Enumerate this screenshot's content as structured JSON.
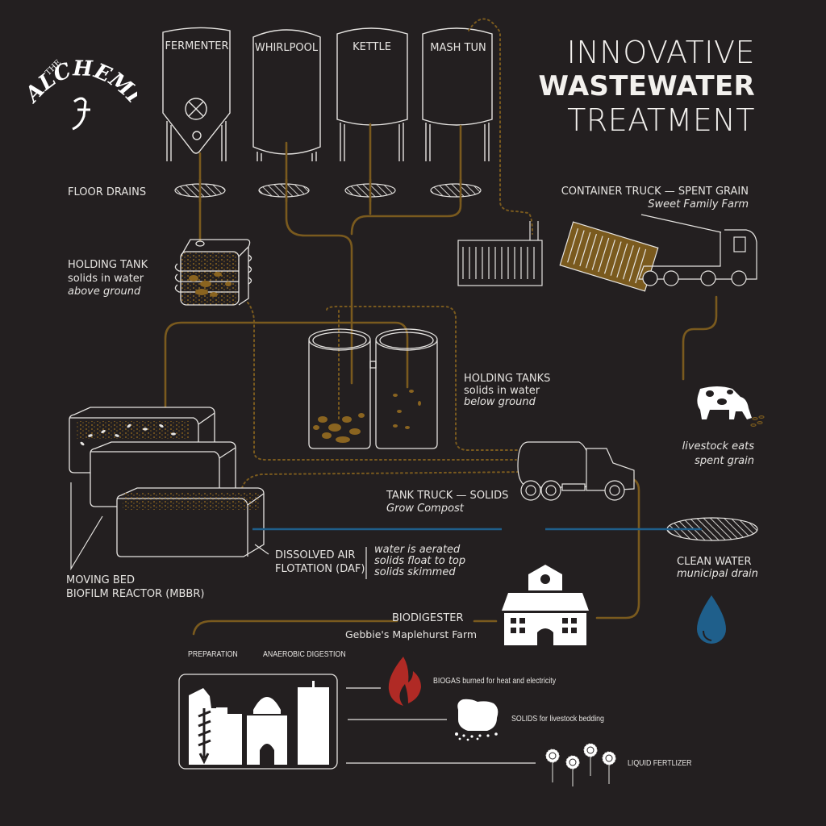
{
  "title": {
    "line1": "INNOVATIVE",
    "line2": "WASTEWATER",
    "line3": "TREATMENT"
  },
  "logo": {
    "text": "THE ALCHEMIST",
    "icon": "alchemist-logo"
  },
  "colors": {
    "background": "#231f20",
    "line_white": "#e6e4e1",
    "pipe_brown": "#7a5a1e",
    "solids_brown": "#8a6420",
    "water_blue": "#1f5f8b",
    "flame_red": "#b02a25"
  },
  "vessels": [
    {
      "label": "FERMENTER"
    },
    {
      "label": "WHIRLPOOL"
    },
    {
      "label": "KETTLE"
    },
    {
      "label": "MASH TUN"
    }
  ],
  "floor_drains": {
    "label": "FLOOR DRAINS"
  },
  "holding_tank_above": {
    "title": "HOLDING TANK",
    "line2": "solids in water",
    "line3": "above ground"
  },
  "holding_tanks_below": {
    "title": "HOLDING TANKS",
    "line2": "solids in water",
    "line3": "below ground"
  },
  "container_truck": {
    "title": "CONTAINER TRUCK — SPENT GRAIN",
    "subtitle": "Sweet Family Farm"
  },
  "livestock": {
    "line1": "livestock eats",
    "line2": "spent grain",
    "icon": "cow-icon"
  },
  "tank_truck": {
    "title": "TANK TRUCK — SOLIDS",
    "subtitle": "Grow Compost"
  },
  "mbbr": {
    "line1": "MOVING BED",
    "line2": "BIOFILM REACTOR (MBBR)"
  },
  "daf": {
    "line1": "DISSOLVED AIR",
    "line2": "FLOTATION (DAF)",
    "notes": [
      "water is aerated",
      "solids float to top",
      "solids skimmed"
    ]
  },
  "clean_water": {
    "title": "CLEAN WATER",
    "subtitle": "municipal drain"
  },
  "biodigester": {
    "title": "BIODIGESTER",
    "subtitle": "Gebbie's Maplehurst Farm",
    "stage1": "PREPARATION",
    "stage2": "ANAEROBIC DIGESTION"
  },
  "outputs": [
    {
      "label": "BIOGAS burned for heat and electricity",
      "icon": "flame-icon"
    },
    {
      "label": "SOLIDS for livestock bedding",
      "icon": "bedding-icon"
    },
    {
      "label": "LIQUID FERTLIZER",
      "icon": "flowers-icon"
    }
  ]
}
